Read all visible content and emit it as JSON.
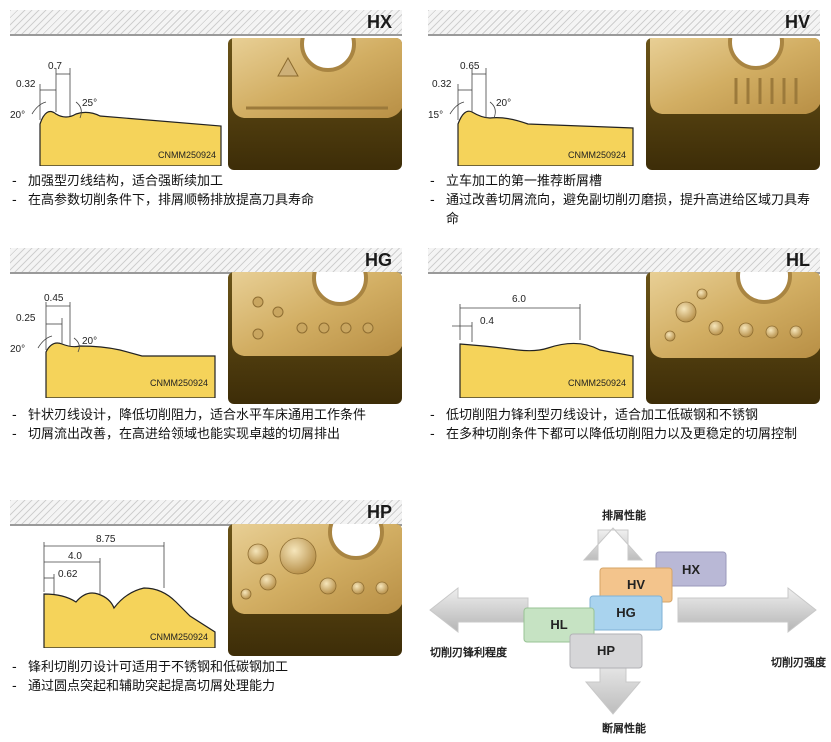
{
  "panels": {
    "hx": {
      "code": "HX",
      "model": "CNMM250924",
      "dims": {
        "outer": "0.7",
        "inner": "0.32",
        "angle_left": "20°",
        "angle_right": "25°"
      },
      "bullets": [
        "加强型刃线结构，适合强断续加工",
        "在高参数切削条件下，排屑顺畅排放提高刀具寿命"
      ]
    },
    "hv": {
      "code": "HV",
      "model": "CNMM250924",
      "dims": {
        "outer": "0.65",
        "inner": "0.32",
        "angle_left": "15°",
        "angle_right": "20°"
      },
      "bullets": [
        "立车加工的第一推荐断屑槽",
        "通过改善切屑流向，避免副切削刃磨损，提升高进给区域刀具寿命"
      ]
    },
    "hg": {
      "code": "HG",
      "model": "CNMM250924",
      "dims": {
        "outer": "0.45",
        "inner": "0.25",
        "angle_left": "20°",
        "angle_right": "20°"
      },
      "bullets": [
        "针状刃线设计，降低切削阻力，适合水平车床通用工作条件",
        "切屑流出改善，在高进给领域也能实现卓越的切屑排出"
      ]
    },
    "hl": {
      "code": "HL",
      "model": "CNMM250924",
      "dims": {
        "outer": "6.0",
        "inner": "0.4"
      },
      "bullets": [
        "低切削阻力锋利型刃线设计，适合加工低碳钢和不锈钢",
        "在多种切削条件下都可以降低切削阻力以及更稳定的切屑控制"
      ]
    },
    "hp": {
      "code": "HP",
      "model": "CNMM250924",
      "dims": {
        "outer": "8.75",
        "mid": "4.0",
        "inner": "0.62"
      },
      "bullets": [
        "锋利切削刃设计可适用于不锈钢和低碳钢加工",
        "通过圆点突起和辅助突起提高切屑处理能力"
      ]
    }
  },
  "diagram": {
    "top_label": "排屑性能",
    "bottom_label": "断屑性能",
    "left_label": "切削刃锋利程度",
    "right_label": "切削刃强度",
    "boxes": [
      {
        "label": "HX",
        "color": "#b9b8d6"
      },
      {
        "label": "HV",
        "color": "#f3c48c"
      },
      {
        "label": "HG",
        "color": "#a9d3ee"
      },
      {
        "label": "HL",
        "color": "#c6e3c3"
      },
      {
        "label": "HP",
        "color": "#d6d6d8"
      }
    ]
  }
}
